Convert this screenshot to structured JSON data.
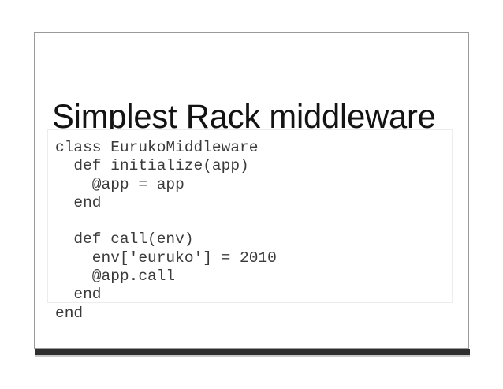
{
  "slide": {
    "title": "Simplest Rack middleware",
    "code_language": "ruby",
    "code_lines": [
      "class EurukoMiddleware",
      "  def initialize(app)",
      "    @app = app",
      "  end",
      "",
      "  def call(env)",
      "    env['euruko'] = 2010",
      "    @app.call",
      "  end",
      "end"
    ]
  },
  "colors": {
    "page_background": "#ffffff",
    "slide_background": "#ffffff",
    "slide_border": "#9a9a9a",
    "title_text": "#131313",
    "code_text": "#3a3a3a",
    "code_border": "#ececec",
    "footer_bar": "#2e2e2e"
  }
}
